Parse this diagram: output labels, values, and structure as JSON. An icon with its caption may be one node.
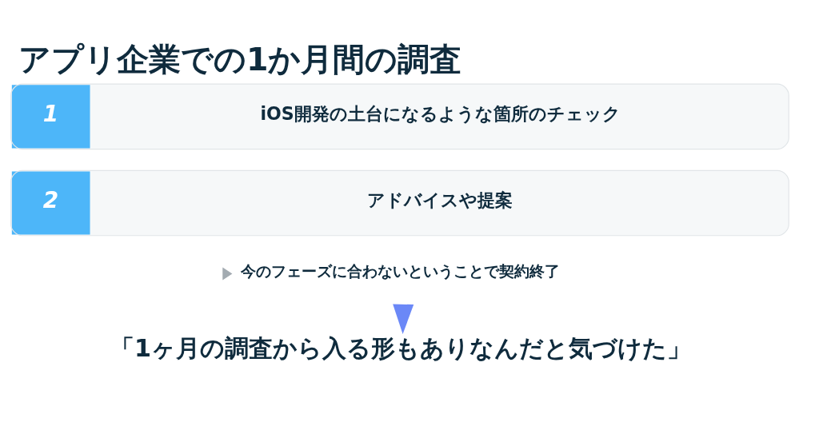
{
  "diagram": {
    "title": "アプリ企業での1か月間の調査",
    "nodes": [
      {
        "text": [
          "1",
          "iOS開発の土台になるような箇所のチェック"
        ]
      },
      {
        "text": [
          "2",
          "アドバイスや提案"
        ]
      },
      {
        "text": [
          "今のフェーズに合わないということで契約終了"
        ]
      },
      {
        "text": [
          "「1ヶ月の調査から入る形もありなんだと気づけた」"
        ]
      }
    ],
    "edges": [
      {
        "from": 2,
        "to": 3,
        "arrow": "to"
      }
    ]
  }
}
